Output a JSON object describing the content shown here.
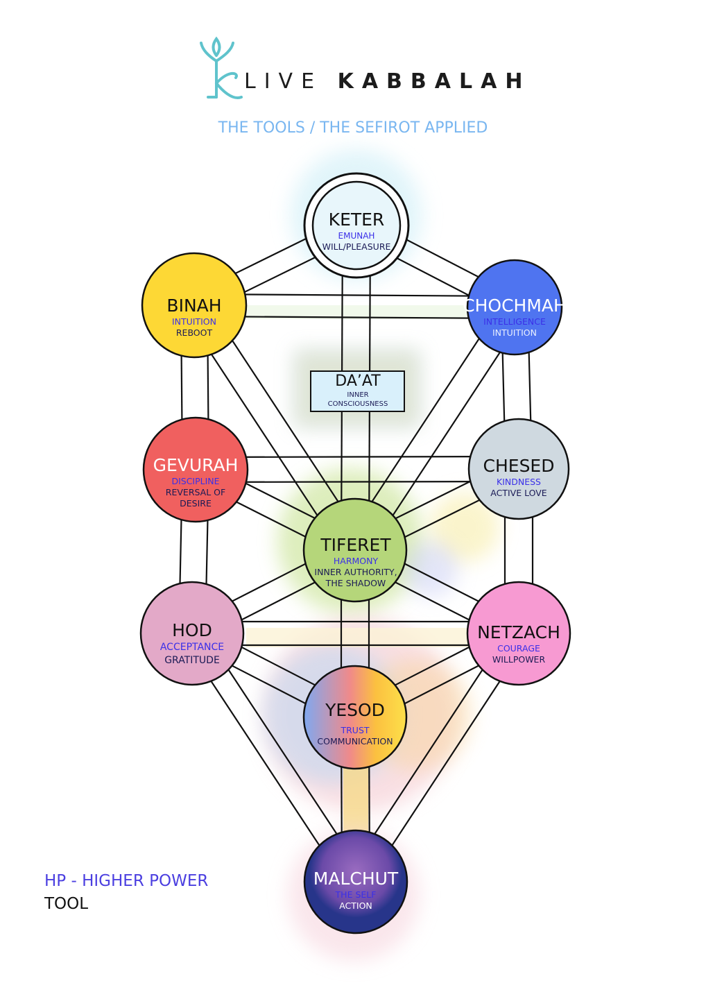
{
  "logo": {
    "brand_light": "LIVE",
    "brand_bold": "KABBALAH",
    "icon": "k-plant-logo-icon",
    "color": "#5fc3cc"
  },
  "subtitle": "THE TOOLS / THE  SEFIROT APPLIED",
  "legend": {
    "hp": "HP - HIGHER POWER",
    "tool": "TOOL"
  },
  "sefirot": {
    "keter": {
      "title": "KETER",
      "line1": "EMUNAH",
      "line2": "WILL/PLEASURE",
      "color": "#e8f6fb"
    },
    "binah": {
      "title": "BINAH",
      "line1": "INTUITION",
      "line2": "REBOOT",
      "color": "#fdd835"
    },
    "chochmah": {
      "title": "CHOCHMAH",
      "line1": "INTELLIGENCE",
      "line2": "INTUITION",
      "color": "#4f74f0"
    },
    "daat": {
      "title": "DA’AT",
      "line1": "INNER",
      "line2": "CONSCIOUSNESS",
      "color": "#d9f0fb"
    },
    "gevurah": {
      "title": "GEVURAH",
      "line1": "DISCIPLINE",
      "line2": "REVERSAL OF",
      "line3": "DESIRE",
      "color": "#f0605f"
    },
    "chesed": {
      "title": "CHESED",
      "line1": "KINDNESS",
      "line2": "ACTIVE LOVE",
      "color": "#cfd9e0"
    },
    "tiferet": {
      "title": "TIFERET",
      "line1": "HARMONY",
      "line2": "INNER AUTHORITY,",
      "line3": "THE SHADOW",
      "color": "#b5d67a"
    },
    "hod": {
      "title": "HOD",
      "line1": "ACCEPTANCE",
      "line2": "GRATITUDE",
      "color": "#e3a9c8"
    },
    "netzach": {
      "title": "NETZACH",
      "line1": "COURAGE",
      "line2": "WILLPOWER",
      "color": "#f79ad2"
    },
    "yesod": {
      "title": "YESOD",
      "line1": "TRUST",
      "line2": "COMMUNICATION",
      "color": "#f3a06a"
    },
    "malchut": {
      "title": "MALCHUT",
      "line1": "THE SELF",
      "line2": "ACTION",
      "color": "#27358a"
    }
  }
}
